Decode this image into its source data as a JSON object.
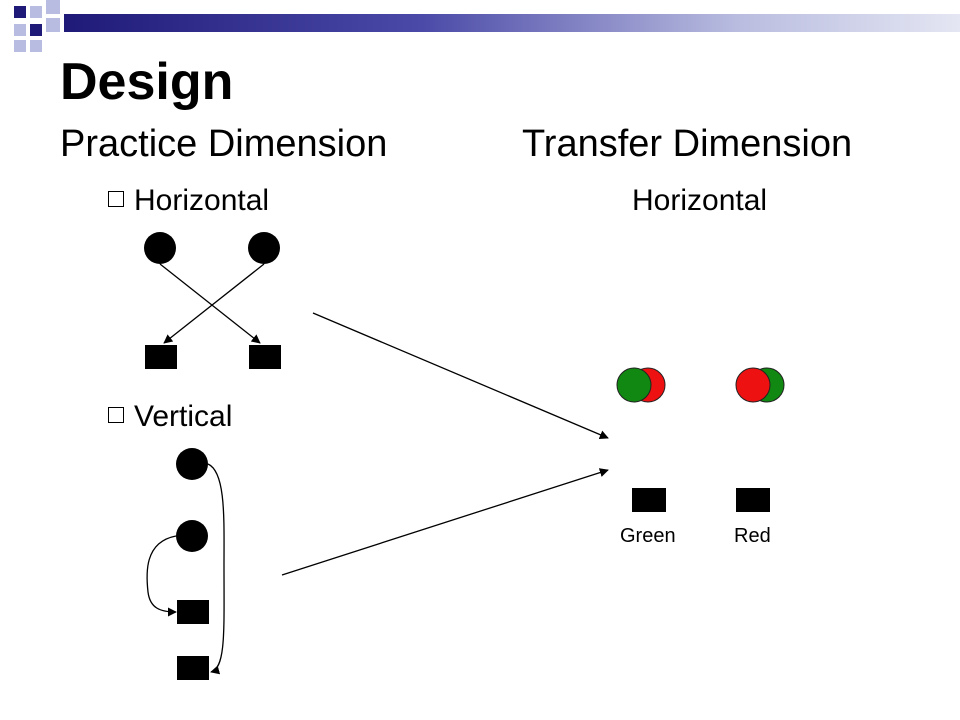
{
  "slide": {
    "title": "Design",
    "practice_heading": "Practice Dimension",
    "transfer_heading": "Transfer Dimension",
    "practice_items": [
      "Horizontal",
      "Vertical"
    ],
    "transfer_item": "Horizontal",
    "response_labels": [
      "Green",
      "Red"
    ]
  },
  "colors": {
    "deco_navy": "#1f1a78",
    "deco_light": "#b8bce0",
    "stimulus": "#000000",
    "green": "#118811",
    "red": "#ee1111"
  }
}
